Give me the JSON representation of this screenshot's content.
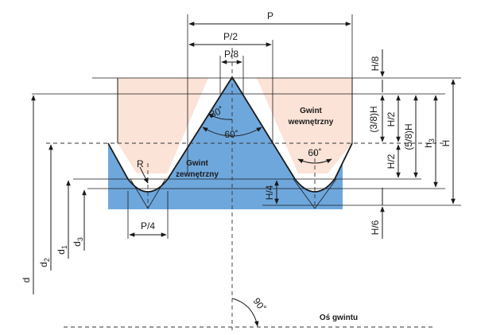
{
  "colors": {
    "internal_fill": "#fbe3d8",
    "external_fill": "#6ea7dc",
    "line": "#1a1a1a"
  },
  "labels": {
    "pitch": "P",
    "half_pitch": "P/2",
    "eighth_pitch": "P/8",
    "quarter_pitch": "P/4",
    "radius": "R",
    "flank_angle": "30˚",
    "thread_angle_top": "60˚",
    "thread_angle_root": "60˚",
    "right_angle": "90˚",
    "internal_thread": [
      "Gwint",
      "wewnętrzny"
    ],
    "external_thread": [
      "Gwint",
      "zewnętrzny"
    ],
    "thread_axis": "Oś gwintu",
    "h_eighth": "H/8",
    "h_three_eighths": "(3/8)H",
    "h_half_upper": "H/2",
    "h_five_eighths": "(5/8)H",
    "h3_base": "h",
    "h3_sub": "3",
    "h_full": "H",
    "h_half_lower": "H/2",
    "h_quarter": "H/4",
    "h_sixth": "H/6",
    "d_main": "d",
    "d2_base": "d",
    "d2_sub": "2",
    "d1_base": "d",
    "d1_sub": "1",
    "d3_base": "d",
    "d3_sub": "3"
  }
}
